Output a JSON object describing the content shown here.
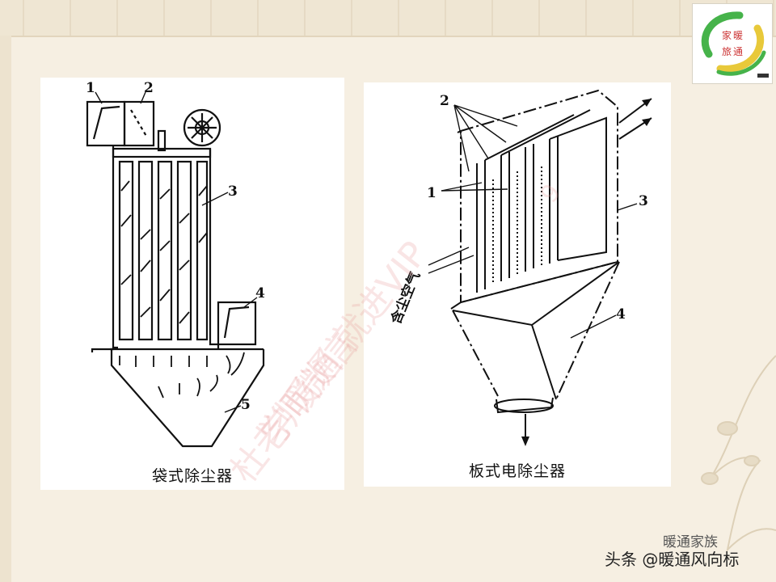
{
  "logo": {
    "line1": "家暖",
    "line2": "旅通"
  },
  "diagrams": [
    {
      "caption": "袋式除尘器",
      "labels": [
        "1",
        "2",
        "3",
        "4",
        "5"
      ]
    },
    {
      "caption": "板式电除尘器",
      "labels": [
        "2",
        "1",
        "3",
        "4"
      ],
      "inlet_label": "含尘空气"
    }
  ],
  "watermark": {
    "line1": "学暖通 就进VIP",
    "line2": "杜老师微信",
    "digits": "9"
  },
  "footer": {
    "text": "头条 @暖通风向标",
    "small": "暖通家族"
  },
  "colors": {
    "accent": "#4caf50",
    "background": "#f6efe2",
    "ink": "#111111"
  }
}
